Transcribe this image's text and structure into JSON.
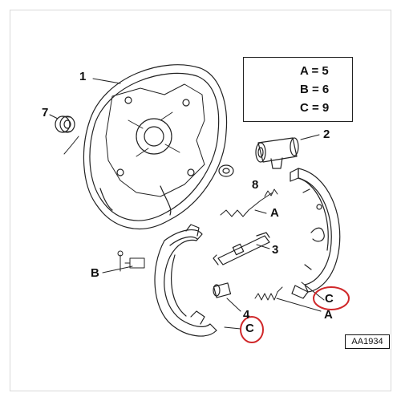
{
  "legend": {
    "rows": [
      {
        "key": "A",
        "value": "5",
        "text": "A = 5"
      },
      {
        "key": "B",
        "value": "6",
        "text": "B = 6"
      },
      {
        "key": "C",
        "value": "9",
        "text": "C = 9"
      }
    ]
  },
  "callouts": {
    "c1": "1",
    "c2": "2",
    "c3": "3",
    "c4": "4",
    "c7": "7",
    "c8": "8",
    "a_upper": "A",
    "a_lower": "A",
    "b": "B",
    "c_left": "C",
    "c_right": "C"
  },
  "reference_code": "AA1934",
  "colors": {
    "line": "#222222",
    "highlight_circle": "#d0282a",
    "background": "#ffffff"
  }
}
